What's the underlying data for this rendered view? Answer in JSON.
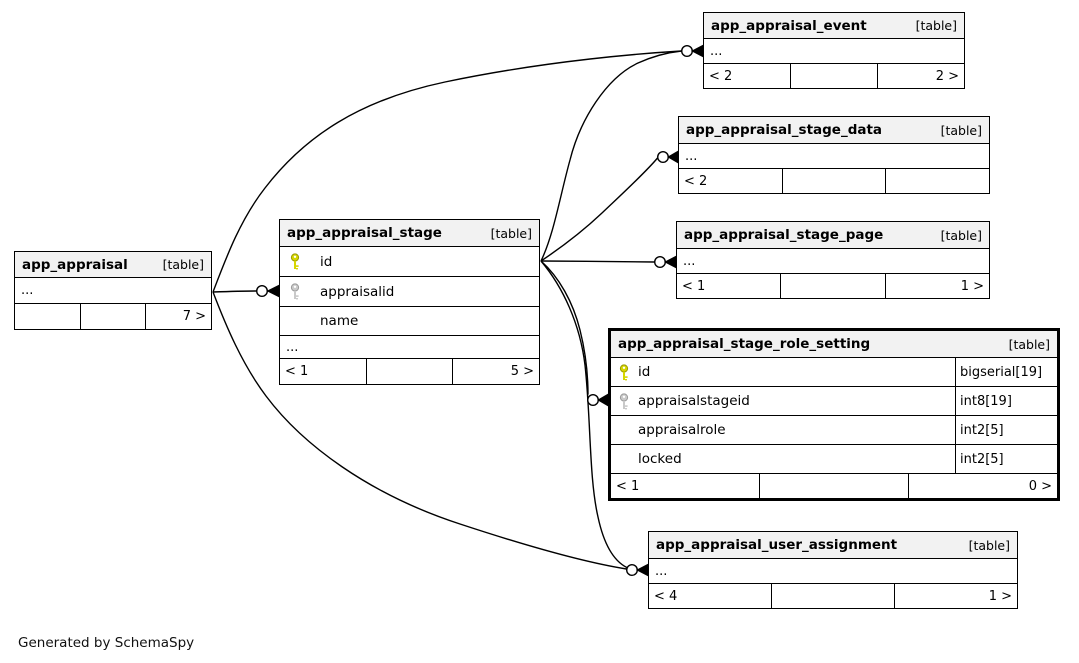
{
  "page": {
    "footer_note": "Generated by SchemaSpy"
  },
  "colors": {
    "pk_key": "#d6d600",
    "pk_key_stroke": "#9a9a00",
    "fk_key": "#c9c9c9",
    "fk_key_stroke": "#999999",
    "header_bg": "#f2f2f2",
    "line": "#000000"
  },
  "tables": [
    {
      "name": "app_appraisal",
      "tag": "[table]",
      "ellipsis": "...",
      "footer": {
        "left": "",
        "center": "",
        "right": "7 >"
      }
    },
    {
      "name": "app_appraisal_stage",
      "tag": "[table]",
      "ellipsis": "...",
      "columns": [
        {
          "name": "id",
          "key": "primary"
        },
        {
          "name": "appraisalid",
          "key": "foreign"
        },
        {
          "name": "name",
          "key": ""
        }
      ],
      "footer": {
        "left": "< 1",
        "center": "",
        "right": "5 >"
      }
    },
    {
      "name": "app_appraisal_event",
      "tag": "[table]",
      "ellipsis": "...",
      "footer": {
        "left": "< 2",
        "center": "",
        "right": "2 >"
      }
    },
    {
      "name": "app_appraisal_stage_data",
      "tag": "[table]",
      "ellipsis": "...",
      "footer": {
        "left": "< 2",
        "center": "",
        "right": ""
      }
    },
    {
      "name": "app_appraisal_stage_page",
      "tag": "[table]",
      "ellipsis": "...",
      "footer": {
        "left": "< 1",
        "center": "",
        "right": "1 >"
      }
    },
    {
      "name": "app_appraisal_stage_role_setting",
      "tag": "[table]",
      "columns": [
        {
          "name": "id",
          "key": "primary",
          "type": "bigserial[19]"
        },
        {
          "name": "appraisalstageid",
          "key": "foreign",
          "type": "int8[19]"
        },
        {
          "name": "appraisalrole",
          "key": "",
          "type": "int2[5]"
        },
        {
          "name": "locked",
          "key": "",
          "type": "int2[5]"
        }
      ],
      "footer": {
        "left": "< 1",
        "center": "",
        "right": "0 >"
      }
    },
    {
      "name": "app_appraisal_user_assignment",
      "tag": "[table]",
      "ellipsis": "...",
      "footer": {
        "left": "< 4",
        "center": "",
        "right": "1 >"
      }
    }
  ],
  "relationships": [
    {
      "parent": "app_appraisal",
      "child": "app_appraisal_stage"
    },
    {
      "parent": "app_appraisal",
      "child": "app_appraisal_event"
    },
    {
      "parent": "app_appraisal",
      "child": "app_appraisal_user_assignment"
    },
    {
      "parent": "app_appraisal_stage",
      "child": "app_appraisal_event"
    },
    {
      "parent": "app_appraisal_stage",
      "child": "app_appraisal_stage_data"
    },
    {
      "parent": "app_appraisal_stage",
      "child": "app_appraisal_stage_page"
    },
    {
      "parent": "app_appraisal_stage",
      "child": "app_appraisal_stage_role_setting"
    },
    {
      "parent": "app_appraisal_stage",
      "child": "app_appraisal_user_assignment"
    }
  ]
}
